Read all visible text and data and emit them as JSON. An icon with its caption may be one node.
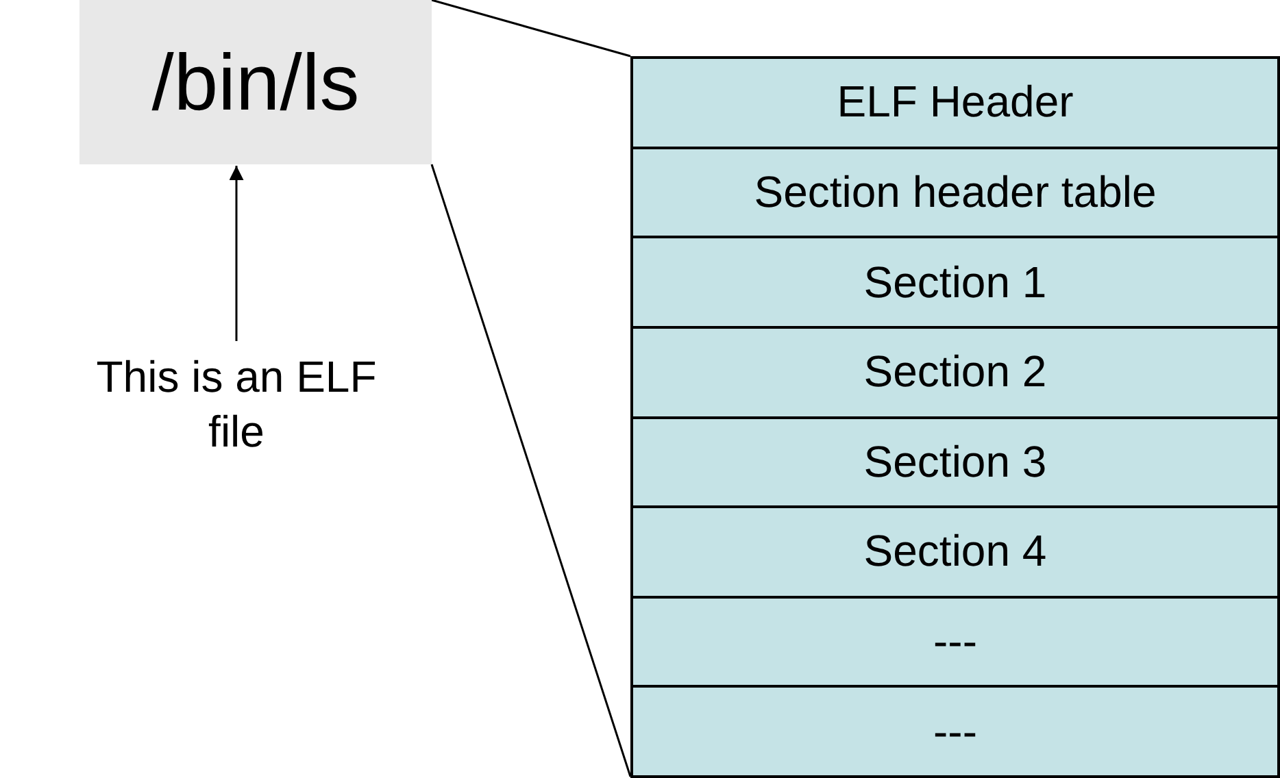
{
  "diagram": {
    "nodes": [
      {
        "text": [
          "/bin/ls"
        ]
      },
      {
        "text": [
          "This is an ELF file"
        ]
      },
      {
        "text": [],
        "shape": "box"
      },
      {
        "text": [
          "ELF Header"
        ],
        "in": 2
      },
      {
        "text": [
          "Section header table"
        ],
        "in": 2
      },
      {
        "text": [
          "Section 1"
        ],
        "in": 2
      },
      {
        "text": [
          "Section 2"
        ],
        "in": 2
      },
      {
        "text": [
          "Section 3"
        ],
        "in": 2
      },
      {
        "text": [
          "Section 4"
        ],
        "in": 2
      },
      {
        "text": [
          "---"
        ],
        "in": 2
      },
      {
        "text": [
          "---"
        ],
        "in": 2
      }
    ],
    "edges": [
      {
        "from": 1,
        "to": 0,
        "arrow": "to"
      },
      {
        "from": 0,
        "to": 2,
        "arrow": "none"
      },
      {
        "from": 0,
        "to": 2,
        "arrow": "none"
      }
    ]
  }
}
